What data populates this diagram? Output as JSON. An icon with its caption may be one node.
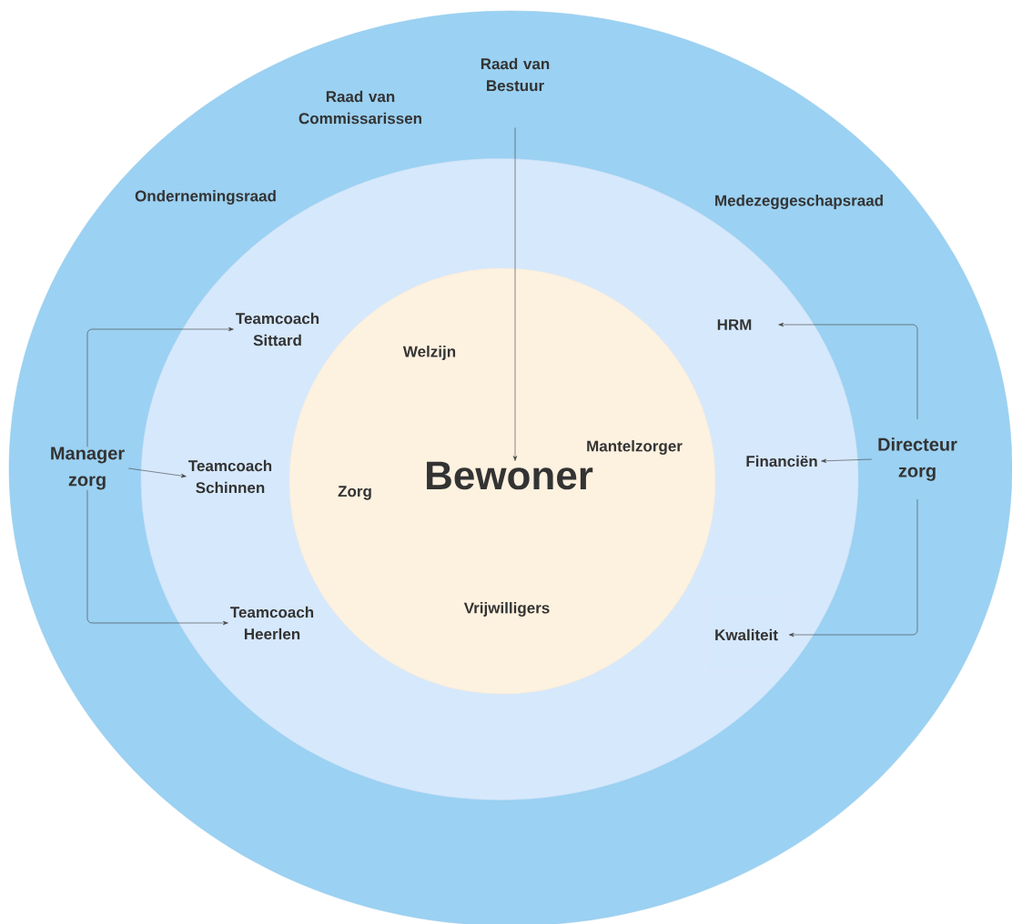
{
  "diagram": {
    "nodes": [
      {
        "text": [],
        "shape": "ellipse"
      },
      {
        "text": [
          "Raad van Bestuur"
        ],
        "in": 0
      },
      {
        "text": [],
        "shape": "ellipse",
        "in": 0
      },
      {
        "text": [
          "Manager zorg"
        ],
        "in": 0
      },
      {
        "text": [
          "Directeur zorg"
        ],
        "in": 0
      },
      {
        "text": [
          "Teamcoach Sittard"
        ],
        "in": 2
      },
      {
        "text": [
          "Teamcoach Schinnen"
        ],
        "in": 2
      },
      {
        "text": [
          "Teamcoach Heerlen"
        ],
        "in": 2
      },
      {
        "text": [
          "HRM"
        ],
        "in": 2
      },
      {
        "text": [
          "Financiën"
        ],
        "in": 2
      },
      {
        "text": [
          "Kwaliteit"
        ],
        "in": 2
      },
      {
        "text": [],
        "shape": "circle",
        "in": 2
      },
      {
        "text": [
          "Bewoner"
        ],
        "in": 11
      }
    ],
    "edges": [
      {
        "from": 1,
        "to": 12,
        "arrow": "to"
      },
      {
        "from": 3,
        "to": 5,
        "arrow": "to"
      },
      {
        "from": 3,
        "to": 6,
        "arrow": "to"
      },
      {
        "from": 3,
        "to": 7,
        "arrow": "to"
      },
      {
        "from": 4,
        "to": 8,
        "arrow": "to"
      },
      {
        "from": 4,
        "to": 9,
        "arrow": "to"
      },
      {
        "from": 4,
        "to": 10,
        "arrow": "to"
      }
    ],
    "labels": [
      "Raad van Commissarissen",
      "Ondernemingsraad",
      "Medezeggeschapsraad",
      "Welzijn",
      "Mantelzorger",
      "Zorg",
      "Vrijwilligers"
    ]
  }
}
